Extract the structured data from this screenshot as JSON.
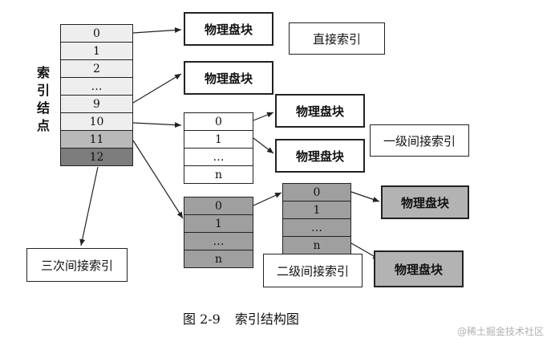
{
  "index_node": {
    "label": "索引结点",
    "entries": [
      "0",
      "1",
      "2",
      "…",
      "9",
      "10",
      "11",
      "12"
    ]
  },
  "single_indirect_table": {
    "entries": [
      "0",
      "1",
      "…",
      "n"
    ]
  },
  "triple_indirect_table": {
    "entries": [
      "0",
      "1",
      "…",
      "n"
    ]
  },
  "double_indirect_table": {
    "entries": [
      "0",
      "1",
      "…",
      "n"
    ]
  },
  "physical_block_label": "物理盘块",
  "labels": {
    "direct": "直接索引",
    "single": "一级间接索引",
    "double": "二级间接索引",
    "triple": "三次间接索引"
  },
  "caption": {
    "number": "图 2-9",
    "title": "索引结构图"
  },
  "watermark": "@稀土掘金技术社区"
}
